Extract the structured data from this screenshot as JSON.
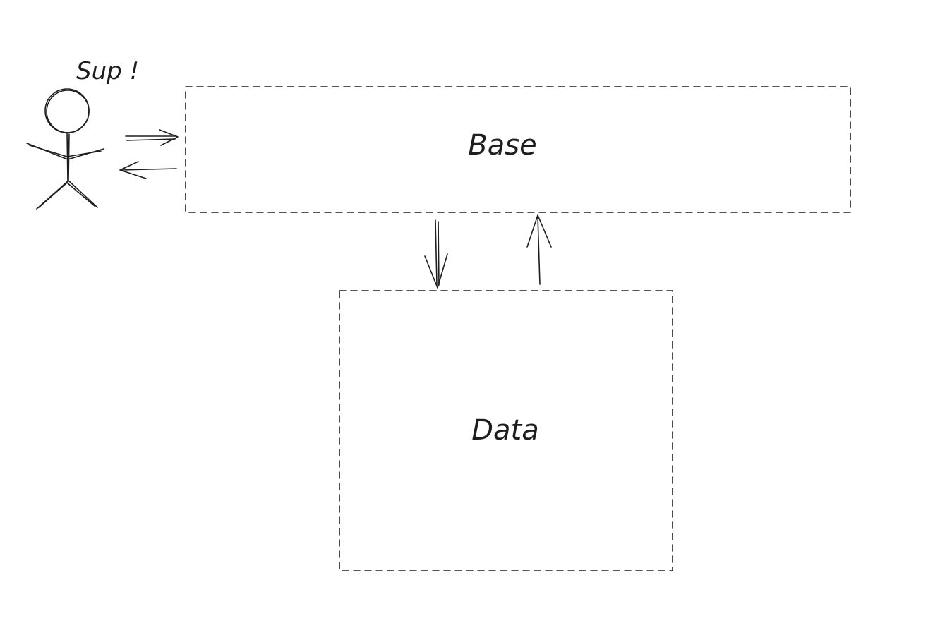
{
  "diagram": {
    "speech": "Sup !",
    "boxes": {
      "base": {
        "label": "Base"
      },
      "data": {
        "label": "Data"
      }
    },
    "colors": {
      "stroke": "#1e1e1e",
      "background": "#ffffff"
    },
    "icons": [
      "stick-figure-icon",
      "arrow-right-icon",
      "arrow-left-icon",
      "arrow-down-icon",
      "arrow-up-icon"
    ]
  }
}
